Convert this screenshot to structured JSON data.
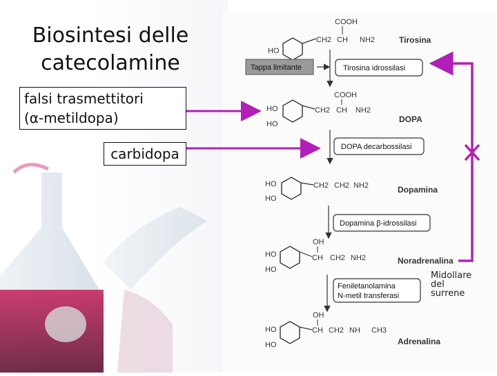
{
  "slide": {
    "title_line1": "Biosintesi delle",
    "title_line2": "catecolamine",
    "box_false_transmitters_line1": "falsi trasmettitori",
    "box_false_transmitters_line2": "(α-metildopa)",
    "box_carbidopa": "carbidopa",
    "adrenal_label_line1": "Midollare",
    "adrenal_label_line2": "del",
    "adrenal_label_line3": "surrene"
  },
  "pathway": {
    "compounds": [
      {
        "name": "Tirosina",
        "ring_substituents": [
          "HO"
        ],
        "side_chain": [
          "CH2",
          "CH",
          "NH2"
        ],
        "top_group": "COOH"
      },
      {
        "name": "DOPA",
        "ring_substituents": [
          "HO",
          "HO"
        ],
        "side_chain": [
          "CH2",
          "CH",
          "NH2"
        ],
        "top_group": "COOH"
      },
      {
        "name": "Dopamina",
        "ring_substituents": [
          "HO",
          "HO"
        ],
        "side_chain": [
          "CH2",
          "CH2",
          "NH2"
        ],
        "top_group": ""
      },
      {
        "name": "Noradrenalina",
        "ring_substituents": [
          "HO",
          "HO"
        ],
        "side_chain": [
          "CH",
          "CH2",
          "NH2"
        ],
        "top_group": "OH"
      },
      {
        "name": "Adrenalina",
        "ring_substituents": [
          "HO",
          "HO"
        ],
        "side_chain": [
          "CH",
          "CH2",
          "NH",
          "CH3"
        ],
        "top_group": "OH"
      }
    ],
    "enzymes": [
      {
        "line1": "Tirosina idrossilasi",
        "line2": ""
      },
      {
        "line1": "DOPA decarbossilasi",
        "line2": ""
      },
      {
        "line1": "Dopamina β-idrossilasi",
        "line2": ""
      },
      {
        "line1": "Feniletanolamina",
        "line2": "N-metil transferasi"
      }
    ],
    "rate_limiting_label": "Tappa limitante"
  },
  "colors": {
    "feedback": "#b21fb7",
    "text": "#111111",
    "enzyme_box_fill": "#ffffff",
    "rate_label_fill": "#9a9a9a"
  },
  "icons": {
    "feedback_inhibition": "x-mark"
  }
}
